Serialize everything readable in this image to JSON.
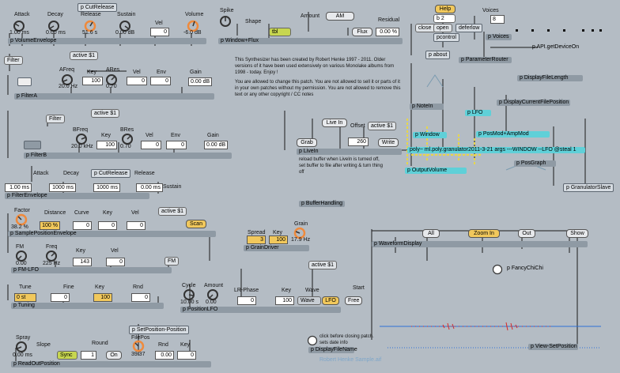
{
  "knobs": {
    "attack": {
      "label": "Attack",
      "value": "1.00 ms"
    },
    "decay": {
      "label": "Decay",
      "value": "0.00 ms"
    },
    "release": {
      "label": "Release",
      "value": "51.6 s"
    },
    "sustain": {
      "label": "Sustain",
      "value": "0.00 dB"
    },
    "volume": {
      "label": "Volume",
      "value": "-6.0 dB"
    },
    "spike": {
      "label": "Spike"
    },
    "afreq": {
      "label": "AFreq",
      "value": "20.0 Hz"
    },
    "ares": {
      "label": "ARes",
      "value": "0.70"
    },
    "bfreq": {
      "label": "BFreq",
      "value": "20.0 kHz"
    },
    "bres": {
      "label": "BRes",
      "value": "0.70"
    },
    "factor": {
      "label": "Factor",
      "value": "38.2 %"
    },
    "fm": {
      "label": "FM",
      "value": "0.00"
    },
    "freq": {
      "label": "Freq",
      "value": "225 Hz"
    },
    "cycle": {
      "label": "Cycle",
      "value": "10.00 s"
    },
    "amount": {
      "label": "Amount",
      "value": "0.00"
    },
    "grain": {
      "label": "Grain",
      "value": "17.9 Hz"
    },
    "spray": {
      "label": "Spray",
      "value": "0.00 ms"
    },
    "filepos": {
      "label": "FilePos",
      "value": "39.37"
    }
  },
  "subpatchers": {
    "volume_envelope": "p VolumeEnvelope",
    "cutrelease": "p CutRelease",
    "window_flux": "p Window+Flux",
    "filter": "Filter",
    "filter_a": "p FilterA",
    "filter_b": "p FilterB",
    "filter_envelope": "p FilterEnvelope",
    "cutrelease2": "p CutRelease",
    "sample_position_envelope": "p SamplePositionEnvelope",
    "fm_lfo": "p FM-LFO",
    "tuning": "p Tuning",
    "position_lfo": "p PositionLFO",
    "grain_driver": "p GrainDriver",
    "readout_position": "p ReadOutPosition",
    "set_position_position": "p SetPosition-Position",
    "display_filename": "p DisplayFileName",
    "parameter_router": "p ParameterRouter",
    "display_filelength": "p DisplayFileLength",
    "display_current_file_position": "p DisplayCurrentFilePosition",
    "api_get_device_on": "p API.getDeviceOn",
    "note_in": "p NoteIn",
    "lfo": "p LFO",
    "window": "p Window",
    "posmod_ampmod": "p PosMod+AmpMod",
    "pos_graph": "p PosGraph",
    "output_volume": "p OutputVolume",
    "live_in": "p LiveIn",
    "buffer_handling": "p BufferHandling",
    "waveform_display": "p WaveformDisplay",
    "fancy_chichi": "p FancyChiChi",
    "view_set_position": "p View-SetPosition",
    "voices": "p Voices",
    "about": "p about",
    "pcontrol": "pcontrol",
    "granulator_slave": "p GranulatorSlave"
  },
  "labels": {
    "shape": "Shape",
    "amount": "Amount",
    "residual": "Residual",
    "vel": "Vel",
    "key": "Key",
    "env": "Env",
    "gain": "Gain",
    "attack": "Attack",
    "decay": "Decay",
    "release": "Release",
    "sustain": "Sustain",
    "distance": "Distance",
    "curve": "Curve",
    "tune": "Tune",
    "fine": "Fine",
    "rnd": "Rnd",
    "spread": "Spread",
    "lr_phase": "LR-Phase",
    "wave": "Wave",
    "start": "Start",
    "slope": "Slope",
    "round": "Round",
    "offset": "Offset",
    "voices": "Voices"
  },
  "values": {
    "vel_top": "0",
    "shape": "tbl",
    "am": "AM",
    "flux": "Flux",
    "residual": "0.00 %",
    "a_key": "100",
    "a_vel": "0",
    "a_env": "0",
    "a_gain": "0.00 dB",
    "b_key": "100",
    "b_vel": "0",
    "b_env": "0",
    "b_gain": "0.00 dB",
    "fe_attack": "1.00 ms",
    "fe_decay": "1000 ms",
    "fe_release": "1000 ms",
    "fe_sustain": "0.00 ms",
    "distance": "100 %",
    "curve": "0",
    "spe_key": "0",
    "spe_vel": "0",
    "scan": "Scan",
    "fm_key": "143",
    "fm_vel": "0",
    "tune": "0 st",
    "fine": "0",
    "tune_key": "100",
    "tune_rnd": "0",
    "spread": "3",
    "grain_key": "100",
    "lr_phase": "0",
    "pl_key": "100",
    "wave": "Wave",
    "lfo": "LFO",
    "free": "Free",
    "slope": "Sync",
    "round": "1",
    "on": "On",
    "rnd": "0.00",
    "rp_key": "0",
    "offset": "260",
    "write": "Write",
    "live_in": "Live In",
    "grab": "Grab",
    "b2": "b 2",
    "deferlow": "deferlow",
    "close": "close",
    "open": "open",
    "voices": "8",
    "help": "Help",
    "active1": "active $1",
    "poly": "poly~ ml.poly.granulator2011-3-21 args ---WINDOW --LFO @steal 1"
  },
  "waveform": {
    "all": "All",
    "zoom_in": "Zoom In",
    "out": "Out",
    "show": "Show"
  },
  "text": {
    "credits": "This Synthesizer has been created by Robert Henke 1997 - 2011. Older versions of it have been used extensively on various Monolake albums from 1998 - today. Enjoy !",
    "license": "You are allowed to change this patch. You are not allowed to sell it or parts of it in your own patches without my permission. You are not allowed to remove this text  or any other copyright / CC notes",
    "reload": "reload buffer when LiveIn is turned off, set buffer to file after writing & turn thing off",
    "click_before": "click before closing patch. sets date info",
    "faint": "Robert Henke Sample.aif"
  },
  "colors": {
    "bg": "#b4bcc4",
    "knob": "#ef8a3c",
    "cyan": "#5fd0d8",
    "yellow": "#f1c85c",
    "wave_blue": "#2e6fd6",
    "wave_red": "#d62a2a"
  }
}
